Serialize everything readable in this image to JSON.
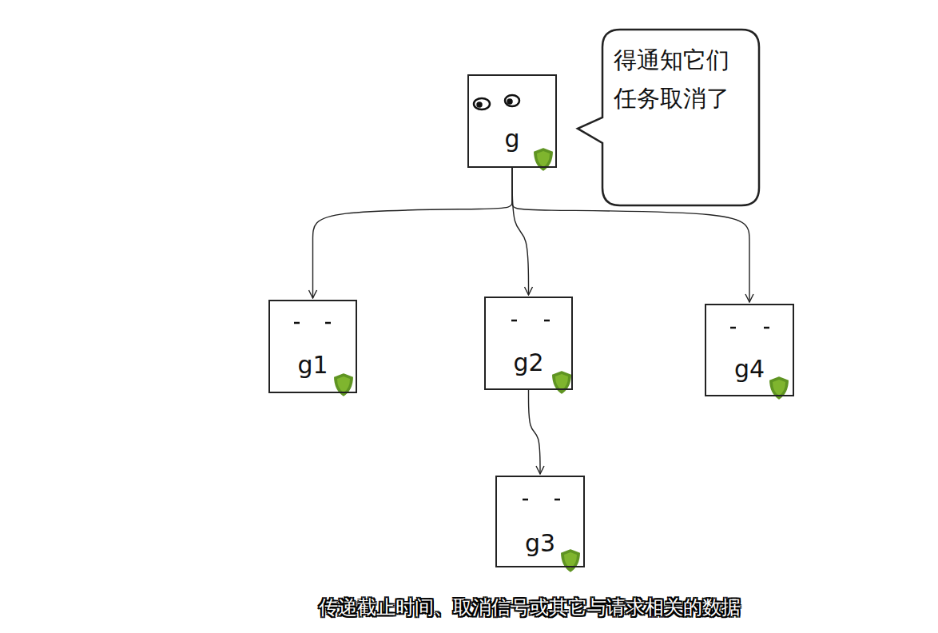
{
  "diagram": {
    "caption": "传递截止时间、取消信号或其它与请求相关的数据",
    "nodes": [
      {
        "text": [
          "g"
        ]
      },
      {
        "text": [
          "得通知它们 任务取消了"
        ]
      },
      {
        "text": [
          "g1"
        ]
      },
      {
        "text": [
          "g2"
        ]
      },
      {
        "text": [
          "g4"
        ]
      },
      {
        "text": [
          "g3"
        ]
      }
    ],
    "edges": [
      {
        "from": 0,
        "to": 2,
        "arrow": "to"
      },
      {
        "from": 0,
        "to": 3,
        "arrow": "to"
      },
      {
        "from": 0,
        "to": 4,
        "arrow": "to"
      },
      {
        "from": 3,
        "to": 5,
        "arrow": "to"
      }
    ]
  }
}
